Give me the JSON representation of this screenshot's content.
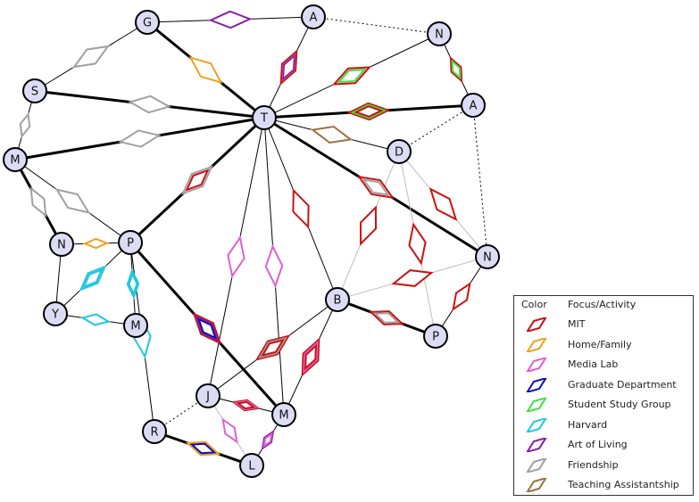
{
  "nodes": [
    {
      "id": "G",
      "label": "G"
    },
    {
      "id": "A1",
      "label": "A"
    },
    {
      "id": "N1",
      "label": "N"
    },
    {
      "id": "S",
      "label": "S"
    },
    {
      "id": "T",
      "label": "T"
    },
    {
      "id": "A2",
      "label": "A"
    },
    {
      "id": "M1",
      "label": "M"
    },
    {
      "id": "D",
      "label": "D"
    },
    {
      "id": "N2",
      "label": "N"
    },
    {
      "id": "P1",
      "label": "P"
    },
    {
      "id": "N3",
      "label": "N"
    },
    {
      "id": "Y",
      "label": "Y"
    },
    {
      "id": "M2",
      "label": "M"
    },
    {
      "id": "B",
      "label": "B"
    },
    {
      "id": "P2",
      "label": "P"
    },
    {
      "id": "J",
      "label": "J"
    },
    {
      "id": "M3",
      "label": "M"
    },
    {
      "id": "R",
      "label": "R"
    },
    {
      "id": "L",
      "label": "L"
    }
  ],
  "edges": [
    {
      "from": "G",
      "to": "A1",
      "style": "thin",
      "diamonds": [
        "art"
      ]
    },
    {
      "from": "G",
      "to": "S",
      "style": "thin",
      "diamonds": [
        "friend"
      ]
    },
    {
      "from": "G",
      "to": "T",
      "style": "thick",
      "diamonds": [
        "home"
      ]
    },
    {
      "from": "A1",
      "to": "N1",
      "style": "dotted",
      "diamonds": []
    },
    {
      "from": "A1",
      "to": "T",
      "style": "thin",
      "diamonds": [
        "mit",
        "art"
      ]
    },
    {
      "from": "N1",
      "to": "T",
      "style": "thin",
      "diamonds": [
        "mit",
        "study"
      ]
    },
    {
      "from": "N1",
      "to": "A2",
      "style": "thin",
      "diamonds": [
        "mit",
        "study"
      ]
    },
    {
      "from": "S",
      "to": "T",
      "style": "thick",
      "diamonds": [
        "friend"
      ]
    },
    {
      "from": "S",
      "to": "M1",
      "style": "thin",
      "diamonds": [
        "friend"
      ]
    },
    {
      "from": "T",
      "to": "A2",
      "style": "thick",
      "diamonds": [
        "mit",
        "study",
        "mit"
      ]
    },
    {
      "from": "T",
      "to": "D",
      "style": "thin",
      "diamonds": [
        "ta"
      ]
    },
    {
      "from": "T",
      "to": "M1",
      "style": "thick",
      "diamonds": [
        "friend"
      ]
    },
    {
      "from": "T",
      "to": "P1",
      "style": "thick",
      "diamonds": [
        "friend",
        "mit"
      ]
    },
    {
      "from": "T",
      "to": "N2",
      "style": "thick",
      "diamonds": [
        "mit",
        "friend"
      ]
    },
    {
      "from": "T",
      "to": "B",
      "style": "thin",
      "diamonds": [
        "mit"
      ]
    },
    {
      "from": "T",
      "to": "M3",
      "style": "thin",
      "diamonds": [
        "media"
      ]
    },
    {
      "from": "T",
      "to": "J",
      "style": "thin",
      "diamonds": [
        "media"
      ]
    },
    {
      "from": "A2",
      "to": "D",
      "style": "dotted",
      "diamonds": []
    },
    {
      "from": "A2",
      "to": "N2",
      "style": "dotted",
      "diamonds": []
    },
    {
      "from": "D",
      "to": "B",
      "style": "light",
      "diamonds": [
        "mit"
      ]
    },
    {
      "from": "D",
      "to": "P2",
      "style": "light",
      "diamonds": [
        "mit"
      ]
    },
    {
      "from": "D",
      "to": "N2",
      "style": "light",
      "diamonds": [
        "mit"
      ]
    },
    {
      "from": "B",
      "to": "N2",
      "style": "light",
      "diamonds": [
        "mit"
      ]
    },
    {
      "from": "B",
      "to": "P2",
      "style": "thick",
      "diamonds": [
        "mit",
        "friend"
      ]
    },
    {
      "from": "P2",
      "to": "N2",
      "style": "thin",
      "diamonds": [
        "mit"
      ]
    },
    {
      "from": "M1",
      "to": "P1",
      "style": "thin",
      "diamonds": [
        "friend"
      ]
    },
    {
      "from": "M1",
      "to": "N3",
      "style": "thick",
      "diamonds": [
        "friend"
      ]
    },
    {
      "from": "N3",
      "to": "P1",
      "style": "thin",
      "diamonds": [
        "home"
      ]
    },
    {
      "from": "N3",
      "to": "Y",
      "style": "thin",
      "diamonds": []
    },
    {
      "from": "P1",
      "to": "Y",
      "style": "thin",
      "diamonds": [
        "harvard",
        "harvard"
      ]
    },
    {
      "from": "P1",
      "to": "M2",
      "style": "thin",
      "diamonds": [
        "harvard",
        "harvard"
      ]
    },
    {
      "from": "Y",
      "to": "M2",
      "style": "thin",
      "diamonds": [
        "harvard"
      ]
    },
    {
      "from": "P1",
      "to": "M3",
      "style": "thick",
      "diamonds": [
        "mit",
        "art",
        "grad"
      ]
    },
    {
      "from": "P1",
      "to": "R",
      "style": "thin",
      "diamonds": [
        "harvard"
      ]
    },
    {
      "from": "B",
      "to": "J",
      "style": "thin",
      "diamonds": [
        "mit",
        "friend",
        "mit"
      ]
    },
    {
      "from": "B",
      "to": "M3",
      "style": "thin",
      "diamonds": [
        "mit",
        "media",
        "mit"
      ]
    },
    {
      "from": "J",
      "to": "M3",
      "style": "thin",
      "diamonds": [
        "mit",
        "media",
        "mit"
      ]
    },
    {
      "from": "J",
      "to": "R",
      "style": "dotted",
      "diamonds": []
    },
    {
      "from": "J",
      "to": "L",
      "style": "light",
      "diamonds": [
        "media"
      ]
    },
    {
      "from": "M3",
      "to": "L",
      "style": "thin",
      "diamonds": [
        "art",
        "media"
      ]
    },
    {
      "from": "R",
      "to": "L",
      "style": "thick",
      "diamonds": [
        "home",
        "grad"
      ]
    }
  ],
  "colors": {
    "mit": "#cc1111",
    "home": "#f0a020",
    "media": "#e060d0",
    "grad": "#1010b0",
    "study": "#44dd44",
    "harvard": "#20c8e0",
    "art": "#8a20a8",
    "friend": "#a0a0a0",
    "ta": "#9a7240",
    "node_fill": "#dcdcf4",
    "node_stroke": "#000000",
    "line": "#000000",
    "light_line": "#bdbdbd"
  },
  "legend": {
    "col_color": "Color",
    "col_activity": "Focus/Activity",
    "items": [
      {
        "key": "mit",
        "label": "MIT"
      },
      {
        "key": "home",
        "label": "Home/Family"
      },
      {
        "key": "media",
        "label": "Media Lab"
      },
      {
        "key": "grad",
        "label": "Graduate Department"
      },
      {
        "key": "study",
        "label": "Student Study Group"
      },
      {
        "key": "harvard",
        "label": "Harvard"
      },
      {
        "key": "art",
        "label": "Art of Living"
      },
      {
        "key": "friend",
        "label": "Friendship"
      },
      {
        "key": "ta",
        "label": "Teaching Assistantship"
      }
    ]
  }
}
